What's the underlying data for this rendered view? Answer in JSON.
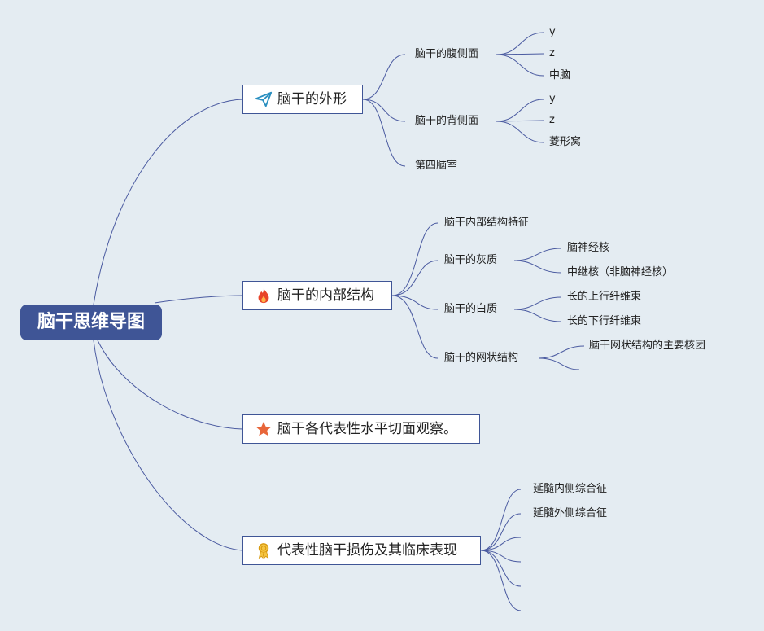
{
  "root": {
    "label": "脑干思维导图"
  },
  "branches": [
    {
      "label": "脑干的外形",
      "icon": "paper-plane-icon"
    },
    {
      "label": "脑干的内部结构",
      "icon": "fire-icon"
    },
    {
      "label": "脑干各代表性水平切面观察。",
      "icon": "star-icon"
    },
    {
      "label": "代表性脑干损伤及其临床表现",
      "icon": "award-ribbon-icon"
    }
  ],
  "b1": {
    "ventral": "脑干的腹侧面",
    "ventral_children": [
      "y",
      "z",
      "中脑"
    ],
    "dorsal": "脑干的背侧面",
    "dorsal_children": [
      "y",
      "z",
      "菱形窝"
    ],
    "fourth": "第四脑室"
  },
  "b2": {
    "features": "脑干内部结构特征",
    "gray": "脑干的灰质",
    "gray_children": [
      "脑神经核",
      "中继核（非脑神经核）"
    ],
    "white": "脑干的白质",
    "white_children": [
      "长的上行纤维束",
      "长的下行纤维束"
    ],
    "reticular": "脑干的网状结构",
    "reticular_children": [
      "脑干网状结构的主要核团"
    ]
  },
  "b4": {
    "children": [
      "延髓内侧综合征",
      "延髓外侧综合征"
    ]
  },
  "colors": {
    "root": "#3f5596",
    "line": "#4a5aa0",
    "background": "#e4ecf2"
  }
}
